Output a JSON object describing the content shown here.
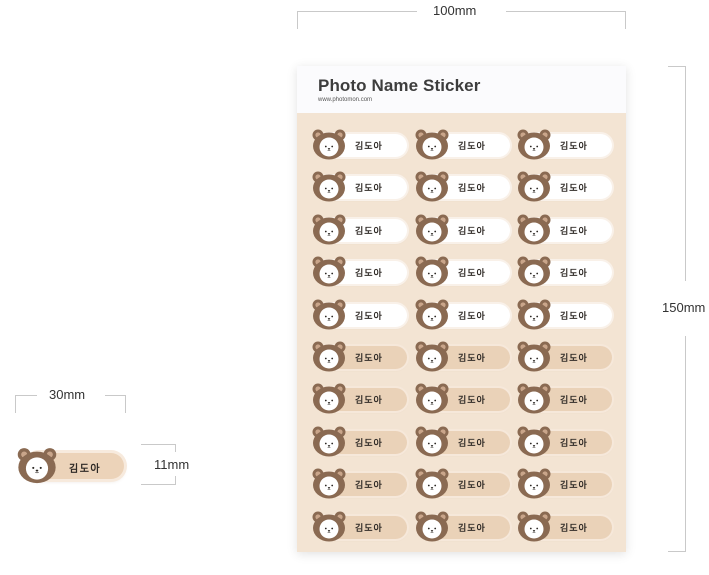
{
  "dimensions": {
    "sheet_width": "100mm",
    "sheet_height": "150mm",
    "sticker_width": "30mm",
    "sticker_height": "11mm"
  },
  "sheet": {
    "title": "Photo Name Sticker",
    "url": "www.photomon.com"
  },
  "sticker": {
    "name": "김도아",
    "icon": "bear-face-icon",
    "colors": {
      "bear_brown": "#8a6a52",
      "bear_inner_ear": "#c9a58a",
      "face_white": "#ffffff",
      "pill_white": "#ffffff",
      "pill_tan": "#ead2b8",
      "sheet_bg": "#f3e4d3"
    }
  },
  "grid": {
    "rows": 10,
    "columns": 3,
    "row_styles": [
      "white",
      "white",
      "white",
      "white",
      "white",
      "tan",
      "tan",
      "tan",
      "tan",
      "tan"
    ]
  }
}
